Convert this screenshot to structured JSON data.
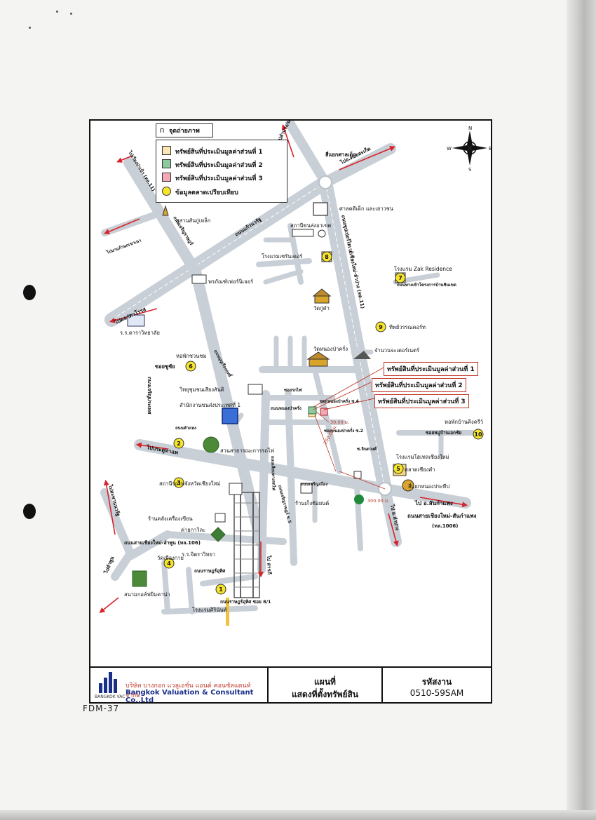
{
  "legend": {
    "title": "จุดถ่ายภาพ",
    "items": [
      {
        "label": "ทรัพย์สินที่ประเมินมูลค่าส่วนที่ 1",
        "color": "#f9e6b3"
      },
      {
        "label": "ทรัพย์สินที่ประเมินมูลค่าส่วนที่ 2",
        "color": "#8fc9a0"
      },
      {
        "label": "ทรัพย์สินที่ประเมินมูลค่าส่วนที่ 3",
        "color": "#f2a9b3"
      },
      {
        "label": "ข้อมูลตลาดเปรียบเทียบ",
        "color": "#f6e52a"
      }
    ]
  },
  "compass": {
    "n": "N",
    "s": "S",
    "e": "E",
    "w": "W"
  },
  "roads": {
    "r1": "ไปลำปาง/ม.ปาง",
    "r2": "ไปเวียงป่าเป้า (ทล.11)",
    "r3": "ไปอ.ดอยสะเก็ด",
    "r4": "สี่แยกศาลเด็ก",
    "r5": "ถนนแก้วนวรัฐ",
    "r6": "ไปนาแก้วนกเขาเนา",
    "r7": "ถนนเจริญราษฎร์",
    "r8": "ไปตลาดวโรรส",
    "r9": "ไปประตูท่าแพ",
    "r10": "ถนนเจริญประเทศ",
    "r11": "ถนนซุปเปอร์ไฮเวย์เชียงใหม่-ลำปาง (ทล.11)",
    "r12": "ไป อ.สันกำแพง",
    "r13": "ไป อ.ลำปาง",
    "r14": "ถนนสายเชียงใหม่-สันกำแพง",
    "r15": "(ทล.1006)",
    "r16": "ไปสะพานนวรัฐ",
    "r17": "ไปลำพูน",
    "r18": "ถนนสายเชียงใหม่-ลำพูน (ทล.106)",
    "r19": "ไป สารภี",
    "r20": "ถนนเลียบทางรถไฟ",
    "r21": "ถนนราษฎร์อุทิศ ซอย 8/1",
    "r22": "ถนนราษฎร์อุทิศ",
    "r23": "ถนนเจริญเมือง",
    "r24": "ซอยหนองป่าครั่ง ซ.4",
    "r25": "ซอยหนองป่าครั่ง ซ.2",
    "r26": "ถนนบุญเรืองฤทธิ์",
    "r27": "ถนนหนองป่าครั่ง",
    "r28": "ถนนเจริญราษฎร์ ซ.5",
    "r29": "ซอยหมู่บ้านเอกชัย",
    "r30": "ถนนคำแหง",
    "r31": "ถนนทางเข้าโครงการบ้านชินเขต",
    "r32": "ซอยรถไฟ",
    "r33": "ซ.จินตวงศ์"
  },
  "places": {
    "p1": "ศาลคดีเด็ก และเยาวชน",
    "p2": "สถานีขนส่งอาเขต",
    "p3": "โรงแรมเชรันเดอร์",
    "p4": "โรงแรม Zak Residence",
    "p5": "สุสานสันกู่เหล็ก",
    "p6": "พรภัณฑ์เฟอร์นิเจอร์",
    "p7": "วัดกู่คำ",
    "p8": "ทิพย์วรรณคอร์ท",
    "p9": "ร.ร.ดาราวิทยาลัย",
    "p10": "หอพักชวนชม",
    "p11": "ซอยชูชัย",
    "p12": "วัดหนองป่าครั่ง",
    "p13": "จำนวนจะเตอร์เนตร์",
    "p14": "วิทยุชุมชนเสียงสันติ",
    "p15": "สำนักงานขนส่งประเทศที่ 1",
    "p16": "สวนสาธารณะการรถไฟ",
    "p17": "สถานีรถไฟจังหวัดเชียงใหม่",
    "p18": "ร้านคลังเครื่องเขียน",
    "p19": "ค่ายกาวิละ",
    "p20": "วัดเมืองกาย",
    "p21": "ร.ร.จิตราวิทยา",
    "p22": "สนามกอล์ฟยิมคาน่า",
    "p23": "โรงแรมศิรินันท์",
    "p24": "ร้านเก็งช้อยนต์",
    "p25": "สี่แยกหนองประทีป",
    "p26": "ตลาดเชียงคำ",
    "p27": "โรงแรมโฮเทลเชียงใหม่",
    "p28": "หอพักบ้านคิงครีว์"
  },
  "callouts": {
    "c1": "ทรัพย์สินที่ประเมินมูลค่าส่วนที่ 1",
    "c2": "ทรัพย์สินที่ประเมินมูลค่าส่วนที่ 2",
    "c3": "ทรัพย์สินที่ประเมินมูลค่าส่วนที่ 3"
  },
  "distances": {
    "d1": "30.00 ม.",
    "d2": "250.00 ม.",
    "d3": "300.00 ม."
  },
  "markers": [
    "1",
    "2",
    "3",
    "4",
    "5",
    "6",
    "7",
    "8",
    "9",
    "10"
  ],
  "title_block": {
    "company_th": "บริษัท บางกอก แวลูเอชั่น แอนด์ คอนซัลแตนท์ จำกัด",
    "company_en": "Bangkok Valuation & Consultant Co.,Ltd",
    "logo_text": "BANGKOK VAC",
    "title_line1": "แผนที่",
    "title_line2": "แสดงที่ตั้งทรัพย์สิน",
    "code_label": "รหัสงาน",
    "code_value": "0510-59SAM"
  },
  "form_code": "FDM-37"
}
